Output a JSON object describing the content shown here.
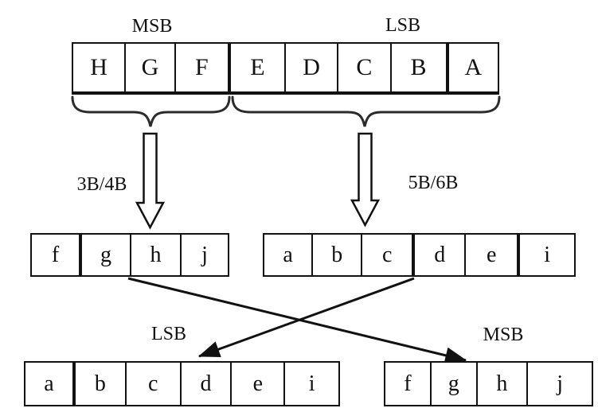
{
  "labels": {
    "msb_top": "MSB",
    "lsb_top": "LSB",
    "encoder_left": "3B/4B",
    "encoder_right": "5B/6B",
    "lsb_bottom": "LSB",
    "msb_bottom": "MSB"
  },
  "rows": {
    "input_byte": {
      "cells": [
        {
          "label": "H"
        },
        {
          "label": "G"
        },
        {
          "label": "F"
        },
        {
          "label": "E",
          "thick": true
        },
        {
          "label": "D"
        },
        {
          "label": "C"
        },
        {
          "label": "B"
        },
        {
          "label": "A",
          "thick": true
        }
      ]
    },
    "encoded_4b": {
      "cells": [
        {
          "label": "f"
        },
        {
          "label": "g",
          "thick": true
        },
        {
          "label": "h"
        },
        {
          "label": "j"
        }
      ]
    },
    "encoded_6b": {
      "cells": [
        {
          "label": "a"
        },
        {
          "label": "b"
        },
        {
          "label": "c"
        },
        {
          "label": "d",
          "thick": true
        },
        {
          "label": "e"
        },
        {
          "label": "i",
          "thick": true
        }
      ]
    },
    "output_lsb": {
      "cells": [
        {
          "label": "a"
        },
        {
          "label": "b",
          "thick": true
        },
        {
          "label": "c"
        },
        {
          "label": "d"
        },
        {
          "label": "e"
        },
        {
          "label": "i"
        }
      ]
    },
    "output_msb": {
      "cells": [
        {
          "label": "f"
        },
        {
          "label": "g"
        },
        {
          "label": "h"
        },
        {
          "label": "j"
        }
      ]
    }
  },
  "colors": {
    "line": "#111111",
    "brace": "#2b2b2b",
    "background": "#ffffff",
    "text": "#111111"
  }
}
